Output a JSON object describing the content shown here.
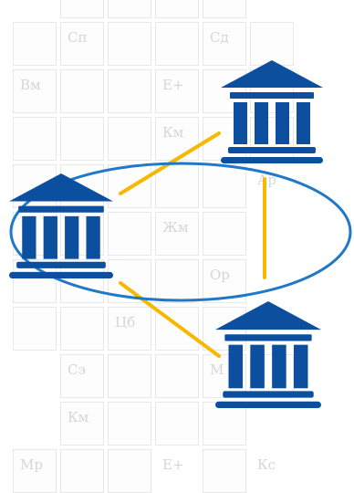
{
  "colors": {
    "building": "#0b4f9e",
    "link": "#f6b800",
    "ring": "#1f78c8",
    "grid_border": "#e6e8ec",
    "grid_text": "#d4d6da"
  },
  "icons": {
    "building_left": "bank-building-icon",
    "building_top_right": "bank-building-icon",
    "building_bottom_right": "bank-building-icon"
  },
  "grid_symbols": [
    "Сп",
    "Сд",
    "Вм",
    "Е+",
    "Км",
    "Ар",
    "Жм",
    "Ор",
    "Цб",
    "Сэ",
    "М",
    "Км",
    "Мр",
    "Е+",
    "Кс"
  ]
}
